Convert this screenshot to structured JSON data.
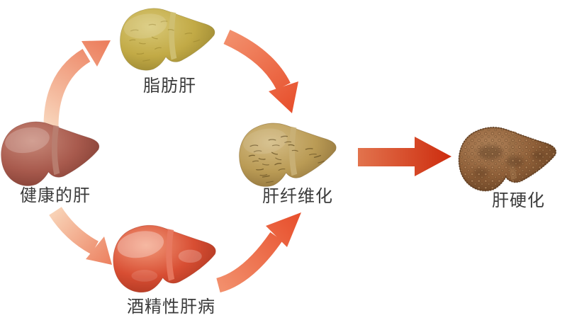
{
  "background": "#ffffff",
  "label_color": "#3b3b3b",
  "stages": [
    {
      "id": "healthy-liver",
      "label": "健康的肝",
      "color_light": "#c78878",
      "color_mid": "#a85a4d",
      "color_dark": "#7c3a30",
      "band_color": "#b97f71"
    },
    {
      "id": "fatty-liver",
      "label": "脂肪肝",
      "color_light": "#d8c876",
      "color_mid": "#c2aa46",
      "color_dark": "#93802e",
      "band_color": "#cfc073"
    },
    {
      "id": "alcoholic-liver-disease",
      "label": "酒精性肝病",
      "color_light": "#f29a7a",
      "color_mid": "#d84e33",
      "color_dark": "#a5331e",
      "band_color": "#e87a62"
    },
    {
      "id": "liver-fibrosis",
      "label": "肝纤维化",
      "color_light": "#d4bc85",
      "color_mid": "#ba9b55",
      "color_dark": "#8a6d38",
      "band_color": "#c9b077"
    },
    {
      "id": "cirrhosis",
      "label": "肝硬化",
      "color_light": "#b0835a",
      "color_mid": "#8f5f38",
      "color_dark": "#5f3c1f",
      "band_color": "#9a6f47"
    }
  ],
  "arrows": [
    {
      "id": "healthy-to-fatty",
      "color_start": "#f8d4ba",
      "color_end": "#ec7f5e"
    },
    {
      "id": "healthy-to-alcoholic",
      "color_start": "#f8d2b6",
      "color_end": "#ec7f5e"
    },
    {
      "id": "fatty-to-fibrosis",
      "color_start": "#f28f6c",
      "color_end": "#e74e2b"
    },
    {
      "id": "alcoholic-to-fibrosis",
      "color_start": "#f28f6c",
      "color_end": "#e74e2b"
    },
    {
      "id": "fibrosis-to-cirrhosis",
      "color_start": "#e2734d",
      "color_end": "#cd2c0e"
    }
  ]
}
